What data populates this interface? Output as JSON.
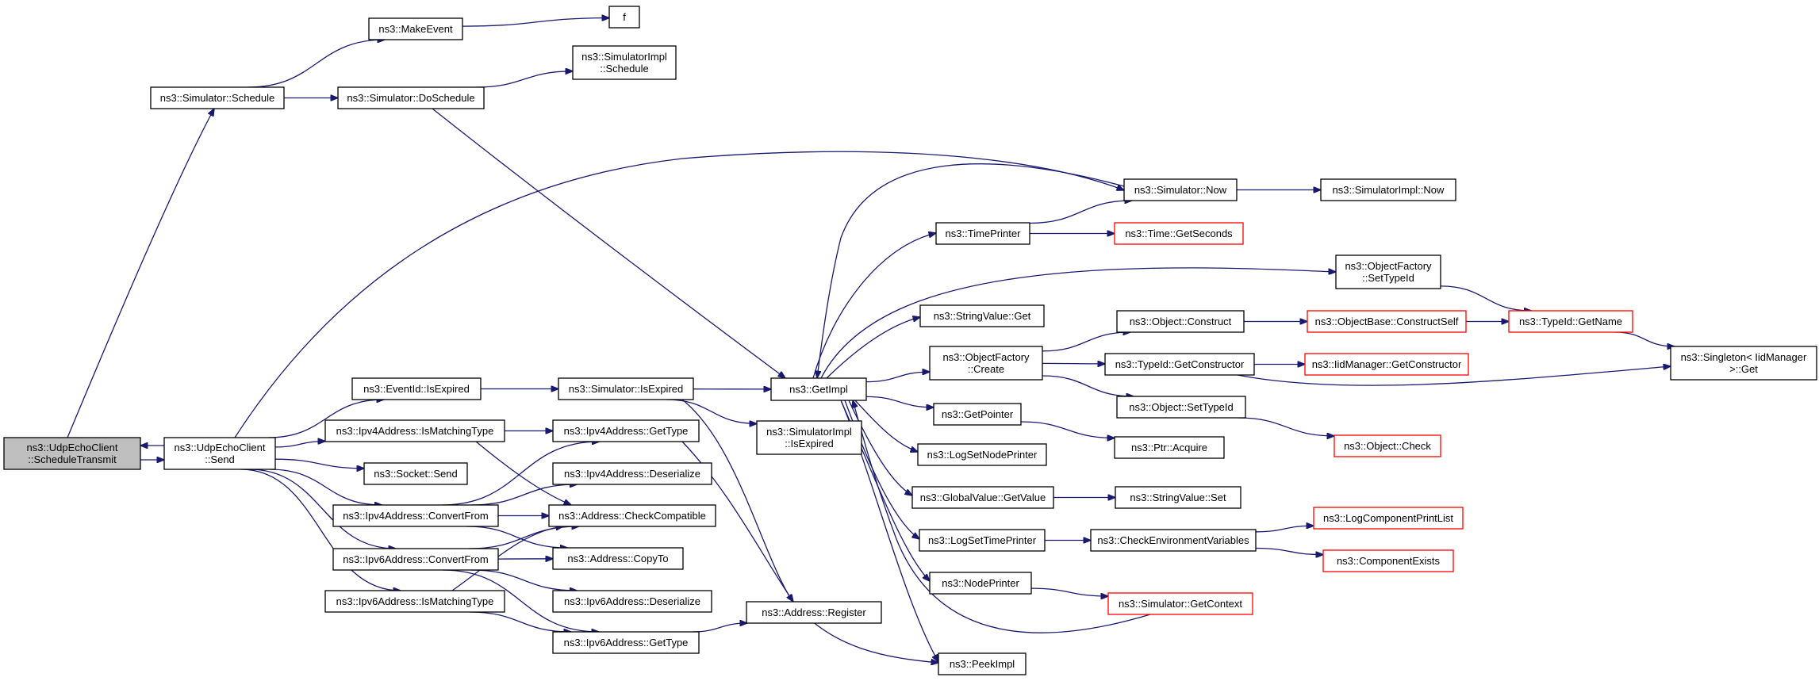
{
  "diagram": {
    "colors": {
      "edge": "#191970",
      "node_border": "#000000",
      "node_border_unresolved": "#ff0000",
      "root_fill": "#bfbfbf"
    },
    "nodes": [
      {
        "id": "udpechoclient-scheduletransmit",
        "lines": [
          "ns3::UdpEchoClient",
          "::ScheduleTransmit"
        ],
        "style": "root"
      },
      {
        "id": "simulator-schedule",
        "lines": [
          "ns3::Simulator::Schedule"
        ],
        "style": "normal"
      },
      {
        "id": "udpechoclient-send",
        "lines": [
          "ns3::UdpEchoClient",
          "::Send"
        ],
        "style": "normal"
      },
      {
        "id": "simulator-makeevent",
        "lines": [
          "ns3::MakeEvent"
        ],
        "style": "normal"
      },
      {
        "id": "f",
        "lines": [
          "f"
        ],
        "style": "normal"
      },
      {
        "id": "simulator-doschedule",
        "lines": [
          "ns3::Simulator::DoSchedule"
        ],
        "style": "normal"
      },
      {
        "id": "simulatorimpl-schedule",
        "lines": [
          "ns3::SimulatorImpl",
          "::Schedule"
        ],
        "style": "normal"
      },
      {
        "id": "getimpl",
        "lines": [
          "ns3::GetImpl"
        ],
        "style": "normal"
      },
      {
        "id": "simulator-now",
        "lines": [
          "ns3::Simulator::Now"
        ],
        "style": "normal"
      },
      {
        "id": "simulatorimpl-now",
        "lines": [
          "ns3::SimulatorImpl::Now"
        ],
        "style": "normal"
      },
      {
        "id": "timeprinter",
        "lines": [
          "ns3::TimePrinter"
        ],
        "style": "normal"
      },
      {
        "id": "time-getseconds",
        "lines": [
          "ns3::Time::GetSeconds"
        ],
        "style": "red"
      },
      {
        "id": "objectfactory-settypeid",
        "lines": [
          "ns3::ObjectFactory",
          "::SetTypeId"
        ],
        "style": "normal"
      },
      {
        "id": "stringvalue-get",
        "lines": [
          "ns3::StringValue::Get"
        ],
        "style": "normal"
      },
      {
        "id": "object-construct",
        "lines": [
          "ns3::Object::Construct"
        ],
        "style": "normal"
      },
      {
        "id": "objectbase-constructself",
        "lines": [
          "ns3::ObjectBase::ConstructSelf"
        ],
        "style": "red"
      },
      {
        "id": "typeid-getname",
        "lines": [
          "ns3::TypeId::GetName"
        ],
        "style": "red"
      },
      {
        "id": "singleton-get",
        "lines": [
          "ns3::Singleton< IidManager",
          ">::Get"
        ],
        "style": "normal"
      },
      {
        "id": "objectfactory-create",
        "lines": [
          "ns3::ObjectFactory",
          "::Create"
        ],
        "style": "normal"
      },
      {
        "id": "typeid-getconstructor",
        "lines": [
          "ns3::TypeId::GetConstructor"
        ],
        "style": "normal"
      },
      {
        "id": "iidmanager-getconstructor",
        "lines": [
          "ns3::IidManager::GetConstructor"
        ],
        "style": "red"
      },
      {
        "id": "object-settypeid",
        "lines": [
          "ns3::Object::SetTypeId"
        ],
        "style": "normal"
      },
      {
        "id": "object-check",
        "lines": [
          "ns3::Object::Check"
        ],
        "style": "red"
      },
      {
        "id": "getpointer",
        "lines": [
          "ns3::GetPointer"
        ],
        "style": "normal"
      },
      {
        "id": "ptr-acquire",
        "lines": [
          "ns3::Ptr::Acquire"
        ],
        "style": "normal"
      },
      {
        "id": "logsetnodeprinter",
        "lines": [
          "ns3::LogSetNodePrinter"
        ],
        "style": "normal"
      },
      {
        "id": "globalvalue-getvalue",
        "lines": [
          "ns3::GlobalValue::GetValue"
        ],
        "style": "normal"
      },
      {
        "id": "stringvalue-set",
        "lines": [
          "ns3::StringValue::Set"
        ],
        "style": "normal"
      },
      {
        "id": "logsettimeprinter",
        "lines": [
          "ns3::LogSetTimePrinter"
        ],
        "style": "normal"
      },
      {
        "id": "checkenvironmentvariables",
        "lines": [
          "ns3::CheckEnvironmentVariables"
        ],
        "style": "normal"
      },
      {
        "id": "logcomponentprintlist",
        "lines": [
          "ns3::LogComponentPrintList"
        ],
        "style": "red"
      },
      {
        "id": "componentexists",
        "lines": [
          "ns3::ComponentExists"
        ],
        "style": "red"
      },
      {
        "id": "nodeprinter",
        "lines": [
          "ns3::NodePrinter"
        ],
        "style": "normal"
      },
      {
        "id": "simulator-getcontext",
        "lines": [
          "ns3::Simulator::GetContext"
        ],
        "style": "red"
      },
      {
        "id": "peekimpl",
        "lines": [
          "ns3::PeekImpl"
        ],
        "style": "normal"
      },
      {
        "id": "eventid-isexpired",
        "lines": [
          "ns3::EventId::IsExpired"
        ],
        "style": "normal"
      },
      {
        "id": "simulator-isexpired",
        "lines": [
          "ns3::Simulator::IsExpired"
        ],
        "style": "normal"
      },
      {
        "id": "simulatorimpl-isexpired",
        "lines": [
          "ns3::SimulatorImpl",
          "::IsExpired"
        ],
        "style": "normal"
      },
      {
        "id": "ipv4address-ismatchingtype",
        "lines": [
          "ns3::Ipv4Address::IsMatchingType"
        ],
        "style": "normal"
      },
      {
        "id": "ipv4address-gettype",
        "lines": [
          "ns3::Ipv4Address::GetType"
        ],
        "style": "normal"
      },
      {
        "id": "socket-send",
        "lines": [
          "ns3::Socket::Send"
        ],
        "style": "normal"
      },
      {
        "id": "ipv4address-deserialize",
        "lines": [
          "ns3::Ipv4Address::Deserialize"
        ],
        "style": "normal"
      },
      {
        "id": "ipv4address-convertfrom",
        "lines": [
          "ns3::Ipv4Address::ConvertFrom"
        ],
        "style": "normal"
      },
      {
        "id": "address-checkcompatible",
        "lines": [
          "ns3::Address::CheckCompatible"
        ],
        "style": "normal"
      },
      {
        "id": "ipv6address-convertfrom",
        "lines": [
          "ns3::Ipv6Address::ConvertFrom"
        ],
        "style": "normal"
      },
      {
        "id": "address-copyto",
        "lines": [
          "ns3::Address::CopyTo"
        ],
        "style": "normal"
      },
      {
        "id": "ipv6address-ismatchingtype",
        "lines": [
          "ns3::Ipv6Address::IsMatchingType"
        ],
        "style": "normal"
      },
      {
        "id": "ipv6address-deserialize",
        "lines": [
          "ns3::Ipv6Address::Deserialize"
        ],
        "style": "normal"
      },
      {
        "id": "ipv6address-gettype",
        "lines": [
          "ns3::Ipv6Address::GetType"
        ],
        "style": "normal"
      },
      {
        "id": "address-register",
        "lines": [
          "ns3::Address::Register"
        ],
        "style": "normal"
      }
    ],
    "edges": [
      {
        "from": "udpechoclient-scheduletransmit",
        "to": "simulator-schedule"
      },
      {
        "from": "udpechoclient-scheduletransmit",
        "to": "udpechoclient-send"
      },
      {
        "from": "udpechoclient-send",
        "to": "udpechoclient-scheduletransmit"
      },
      {
        "from": "simulator-schedule",
        "to": "simulator-makeevent"
      },
      {
        "from": "simulator-schedule",
        "to": "simulator-doschedule"
      },
      {
        "from": "simulator-makeevent",
        "to": "f"
      },
      {
        "from": "simulator-doschedule",
        "to": "simulatorimpl-schedule"
      },
      {
        "from": "simulator-doschedule",
        "to": "getimpl"
      },
      {
        "from": "udpechoclient-send",
        "to": "simulator-now"
      },
      {
        "from": "udpechoclient-send",
        "to": "eventid-isexpired"
      },
      {
        "from": "udpechoclient-send",
        "to": "ipv4address-ismatchingtype"
      },
      {
        "from": "udpechoclient-send",
        "to": "socket-send"
      },
      {
        "from": "udpechoclient-send",
        "to": "ipv4address-convertfrom"
      },
      {
        "from": "udpechoclient-send",
        "to": "ipv6address-convertfrom"
      },
      {
        "from": "udpechoclient-send",
        "to": "ipv6address-ismatchingtype"
      },
      {
        "from": "simulator-now",
        "to": "simulatorimpl-now"
      },
      {
        "from": "simulator-now",
        "to": "getimpl"
      },
      {
        "from": "getimpl",
        "to": "timeprinter"
      },
      {
        "from": "getimpl",
        "to": "objectfactory-settypeid"
      },
      {
        "from": "getimpl",
        "to": "stringvalue-get"
      },
      {
        "from": "getimpl",
        "to": "objectfactory-create"
      },
      {
        "from": "getimpl",
        "to": "getpointer"
      },
      {
        "from": "getimpl",
        "to": "logsetnodeprinter"
      },
      {
        "from": "getimpl",
        "to": "globalvalue-getvalue"
      },
      {
        "from": "getimpl",
        "to": "logsettimeprinter"
      },
      {
        "from": "getimpl",
        "to": "nodeprinter"
      },
      {
        "from": "getimpl",
        "to": "peekimpl"
      },
      {
        "from": "timeprinter",
        "to": "simulator-now"
      },
      {
        "from": "timeprinter",
        "to": "time-getseconds"
      },
      {
        "from": "objectfactory-settypeid",
        "to": "typeid-getname"
      },
      {
        "from": "objectfactory-create",
        "to": "object-construct"
      },
      {
        "from": "objectfactory-create",
        "to": "typeid-getconstructor"
      },
      {
        "from": "objectfactory-create",
        "to": "object-settypeid"
      },
      {
        "from": "object-construct",
        "to": "objectbase-constructself"
      },
      {
        "from": "objectbase-constructself",
        "to": "typeid-getname"
      },
      {
        "from": "typeid-getname",
        "to": "singleton-get"
      },
      {
        "from": "typeid-getconstructor",
        "to": "iidmanager-getconstructor"
      },
      {
        "from": "typeid-getconstructor",
        "to": "singleton-get"
      },
      {
        "from": "object-settypeid",
        "to": "object-check"
      },
      {
        "from": "getpointer",
        "to": "ptr-acquire"
      },
      {
        "from": "globalvalue-getvalue",
        "to": "stringvalue-set"
      },
      {
        "from": "logsettimeprinter",
        "to": "checkenvironmentvariables"
      },
      {
        "from": "checkenvironmentvariables",
        "to": "logcomponentprintlist"
      },
      {
        "from": "checkenvironmentvariables",
        "to": "componentexists"
      },
      {
        "from": "nodeprinter",
        "to": "simulator-getcontext"
      },
      {
        "from": "simulator-getcontext",
        "to": "getimpl"
      },
      {
        "from": "eventid-isexpired",
        "to": "simulator-isexpired"
      },
      {
        "from": "simulator-isexpired",
        "to": "getimpl"
      },
      {
        "from": "simulator-isexpired",
        "to": "simulatorimpl-isexpired"
      },
      {
        "from": "simulator-isexpired",
        "to": "peekimpl"
      },
      {
        "from": "ipv4address-ismatchingtype",
        "to": "ipv4address-gettype"
      },
      {
        "from": "ipv4address-ismatchingtype",
        "to": "address-checkcompatible"
      },
      {
        "from": "ipv4address-gettype",
        "to": "address-register"
      },
      {
        "from": "ipv4address-convertfrom",
        "to": "ipv4address-gettype"
      },
      {
        "from": "ipv4address-convertfrom",
        "to": "ipv4address-deserialize"
      },
      {
        "from": "ipv4address-convertfrom",
        "to": "address-checkcompatible"
      },
      {
        "from": "ipv4address-convertfrom",
        "to": "address-copyto"
      },
      {
        "from": "ipv6address-convertfrom",
        "to": "address-checkcompatible"
      },
      {
        "from": "ipv6address-convertfrom",
        "to": "address-copyto"
      },
      {
        "from": "ipv6address-convertfrom",
        "to": "ipv6address-deserialize"
      },
      {
        "from": "ipv6address-convertfrom",
        "to": "ipv6address-gettype"
      },
      {
        "from": "ipv6address-ismatchingtype",
        "to": "address-checkcompatible"
      },
      {
        "from": "ipv6address-ismatchingtype",
        "to": "ipv6address-gettype"
      },
      {
        "from": "ipv6address-gettype",
        "to": "address-register"
      }
    ]
  }
}
